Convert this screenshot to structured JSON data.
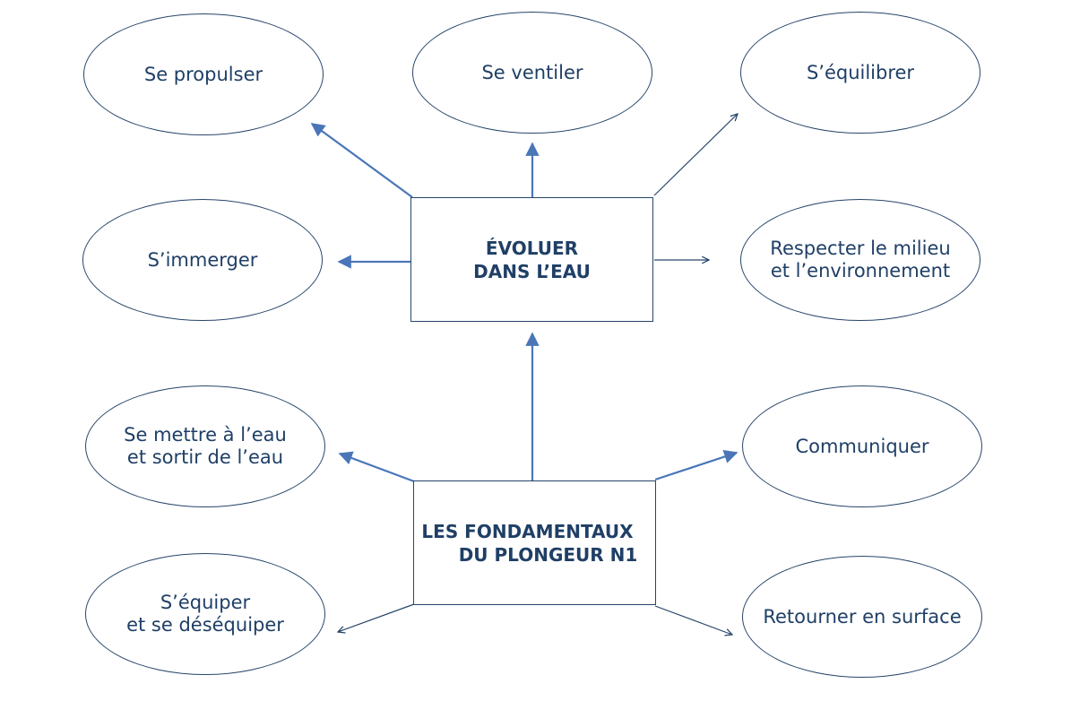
{
  "center": {
    "line1": "ÉVOLUER",
    "line2": "DANS L’EAU"
  },
  "base": {
    "line1": "LES FONDAMENTAUX",
    "line2": "DU PLONGEUR N1"
  },
  "skills": {
    "propulser": "Se propulser",
    "ventiler": "Se ventiler",
    "equilibrer": "S’équilibrer",
    "immerger": "S’immerger",
    "respecter": "Respecter le milieu\net l’environnement",
    "mettre_eau": "Se mettre à l’eau\net sortir de l’eau",
    "communiquer": "Communiquer",
    "equiper": "S’équiper\net se déséquiper",
    "retourner": "Retourner en surface"
  },
  "colors": {
    "arrow": "#4a76b8",
    "outline": "#27456a",
    "text": "#1f3f66"
  }
}
